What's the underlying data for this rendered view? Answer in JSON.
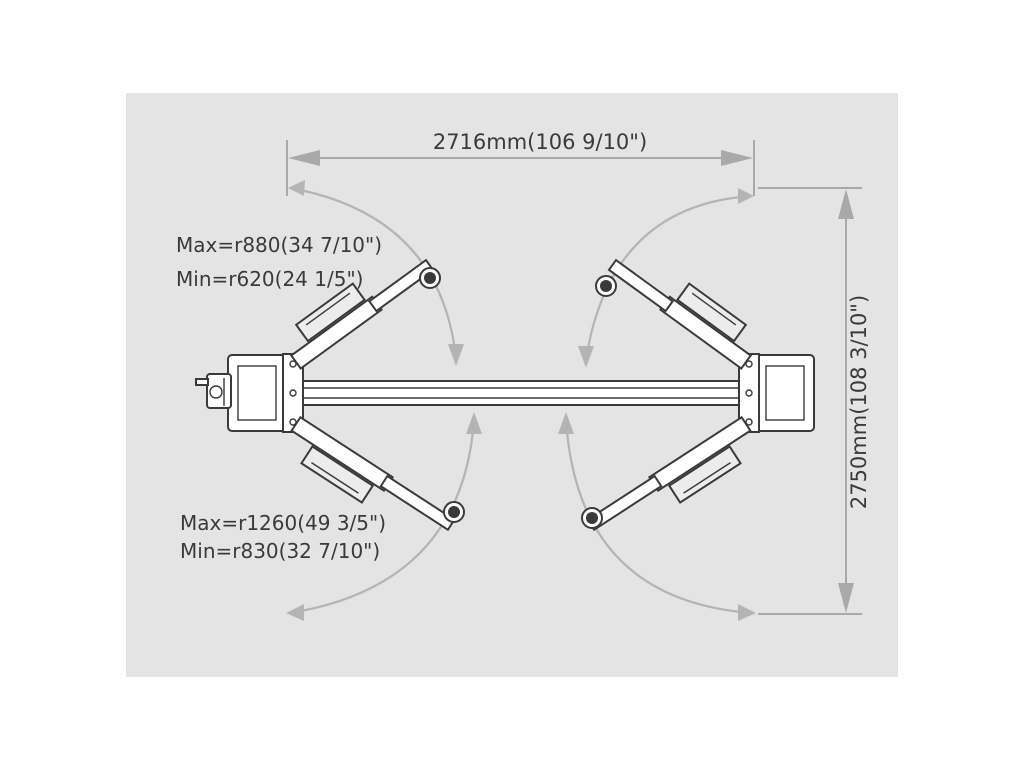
{
  "dimensions": {
    "width_label": "2716mm(106 9/10\")",
    "height_label": "2750mm(108 3/10\")"
  },
  "short_arms": {
    "max_label": "Max=r880(34 7/10\")",
    "min_label": "Min=r620(24 1/5\")"
  },
  "long_arms": {
    "max_label": "Max=r1260(49 3/5\")",
    "min_label": "Min=r830(32 7/10\")"
  },
  "colors": {
    "panel": "#e4e4e4",
    "line": "#3a3a3a",
    "arrow": "#b4b4b4"
  }
}
